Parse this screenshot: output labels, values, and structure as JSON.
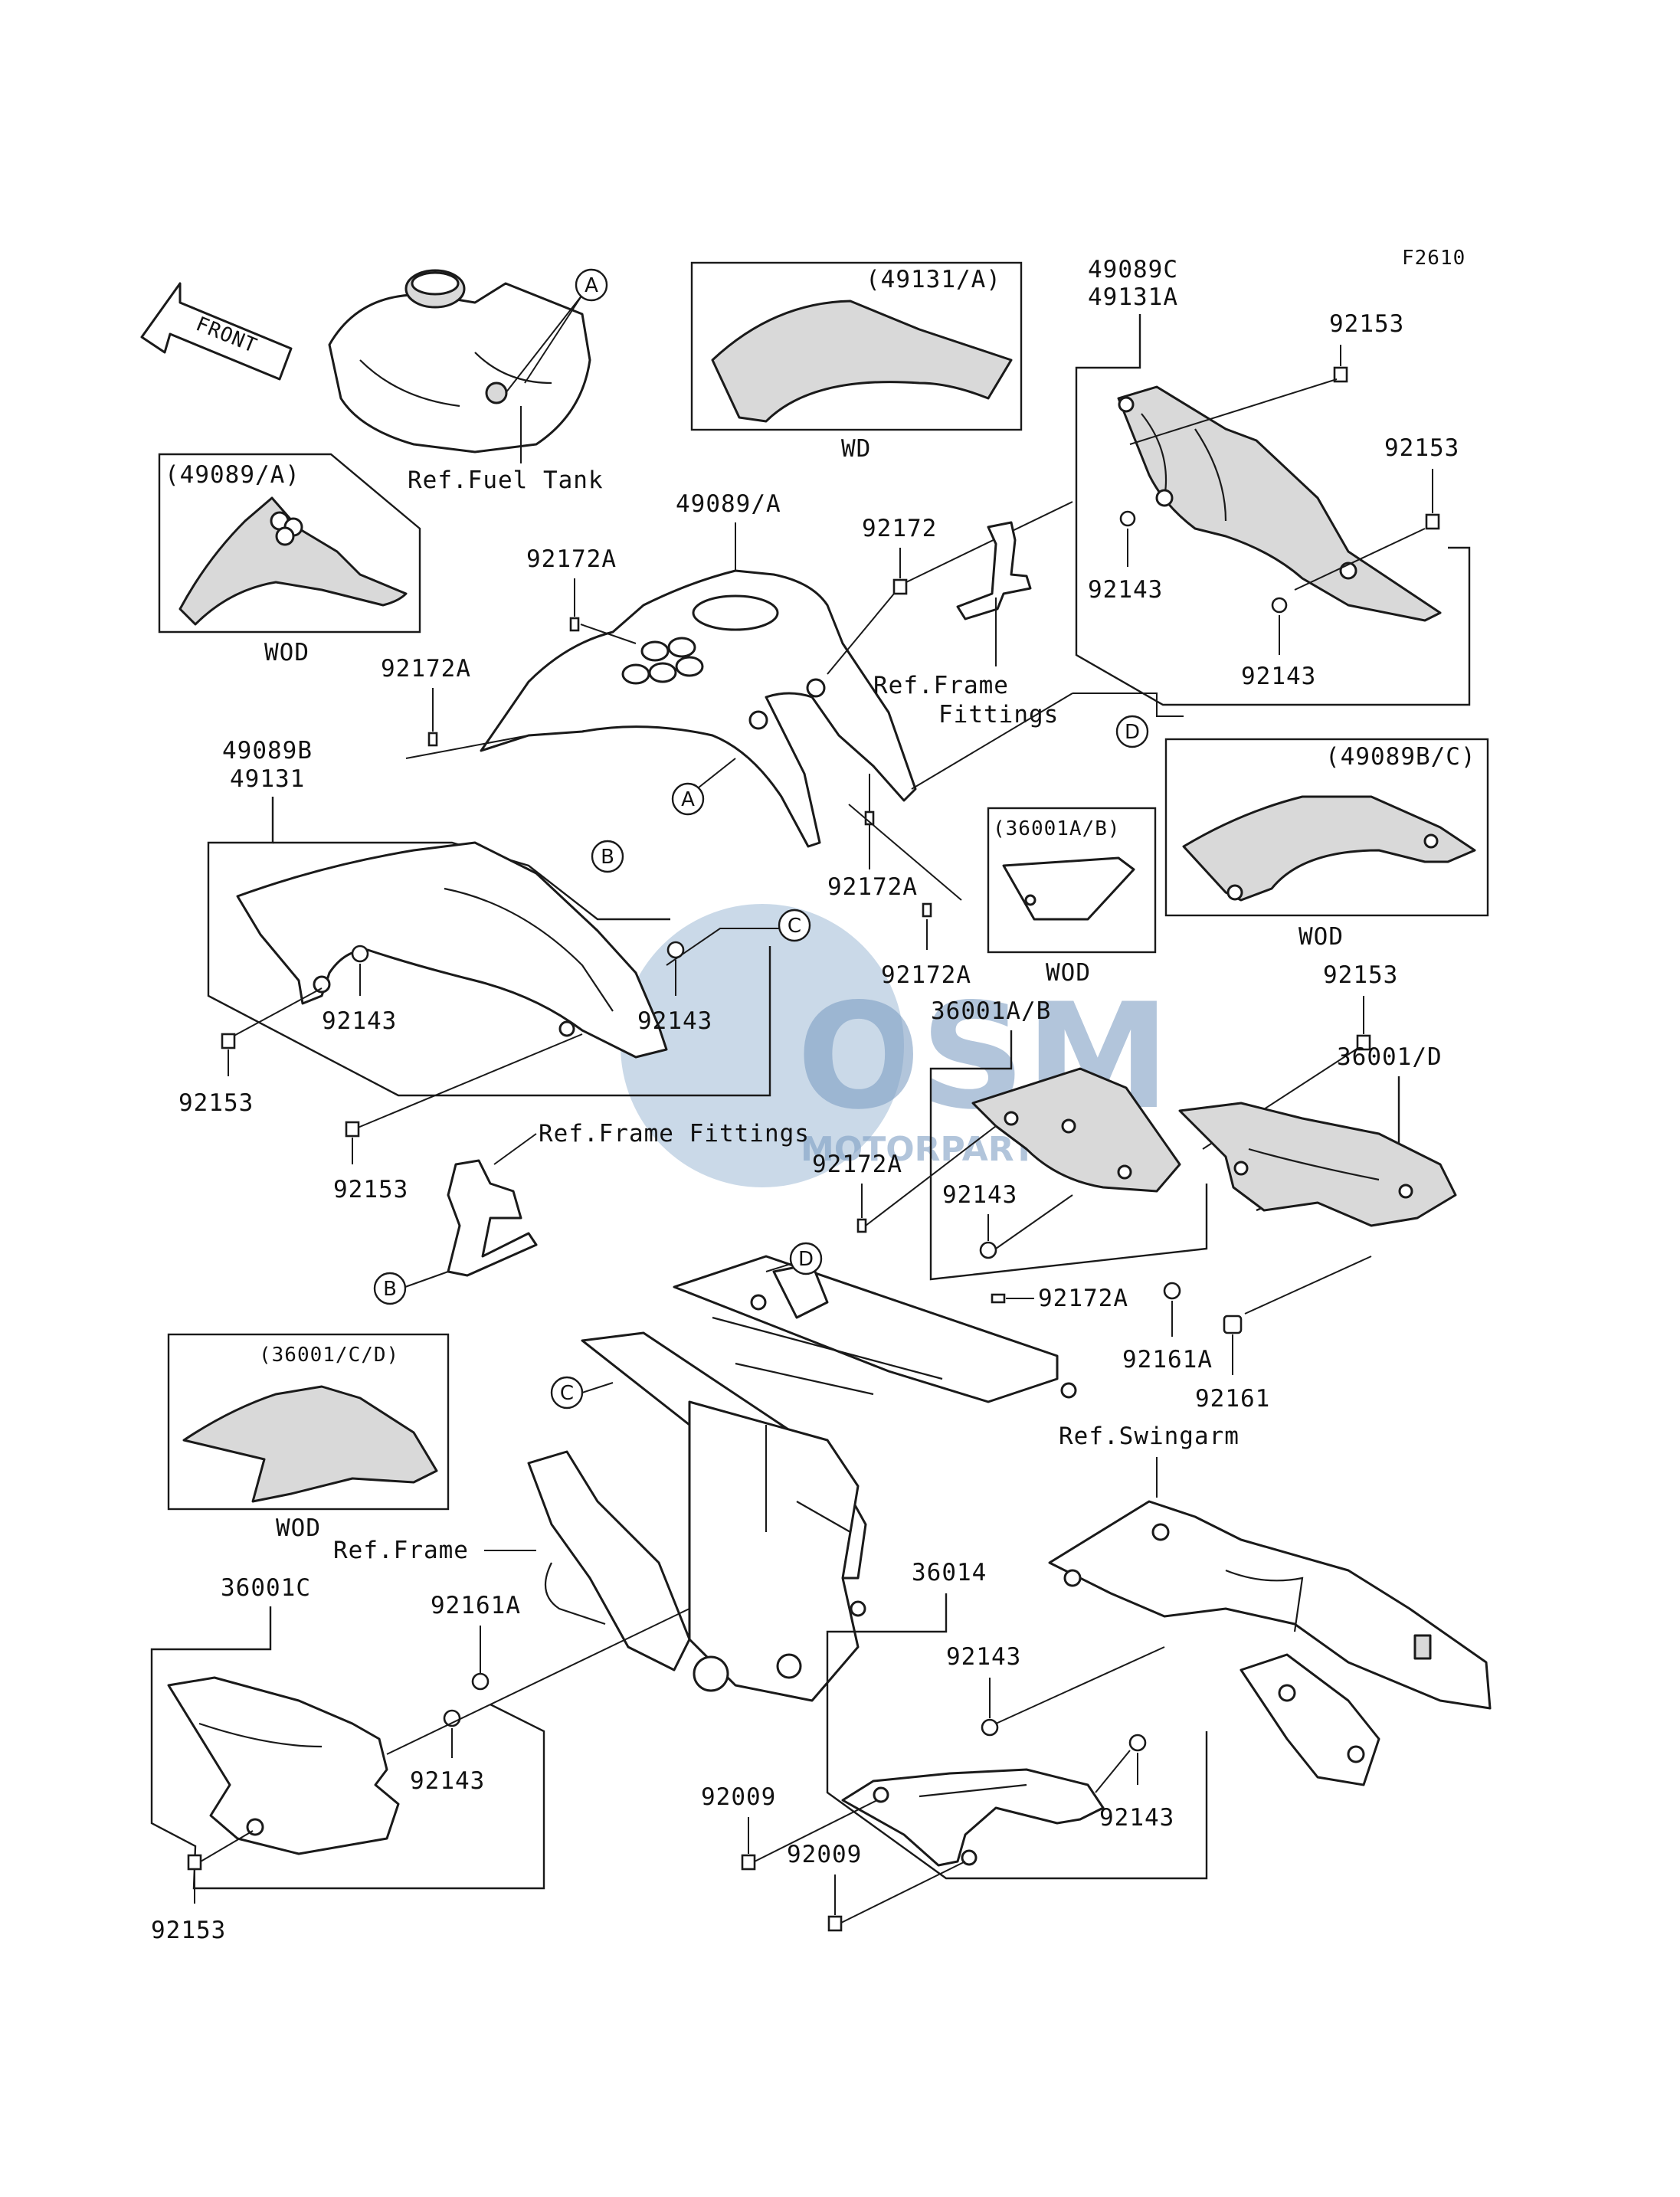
{
  "diagram": {
    "figure_code": "F2610",
    "front_label": "FRONT",
    "watermark_brand": "OSM",
    "watermark_sub": "MOTORPARTS",
    "callouts": {
      "a1": "A",
      "a2": "A",
      "b1": "B",
      "b2": "B",
      "c1": "C",
      "c2": "C",
      "d1": "D",
      "d2": "D"
    },
    "labels": {
      "ref_fuel_tank": "Ref.Fuel Tank",
      "ref_frame_fittings_1": "Ref.Frame",
      "ref_frame_fittings_1b": "Fittings",
      "ref_frame_fittings_2": "Ref.Frame Fittings",
      "ref_frame": "Ref.Frame",
      "ref_swingarm": "Ref.Swingarm",
      "p49089a_box": "(49089/A)",
      "p49089a_box_var": "WOD",
      "p49131a_box": "(49131/A)",
      "p49131a_box_var": "WD",
      "p49089bc_box": "(49089B/C)",
      "p49089bc_box_var": "WOD",
      "p36001ab_box": "(36001A/B)",
      "p36001ab_box_var": "WOD",
      "p36001cd_box": "(36001/C/D)",
      "p36001cd_box_var": "WOD",
      "p49089c": "49089C",
      "p49131a": "49131A",
      "p92153_a": "92153",
      "p92153_b": "92153",
      "p92143_a": "92143",
      "p92143_b": "92143",
      "p49089a": "49089/A",
      "p92172": "92172",
      "p92172a_1": "92172A",
      "p92172a_2": "92172A",
      "p49089b": "49089B",
      "p49131": "49131",
      "p92172a_3": "92172A",
      "p92172a_4": "92172A",
      "p92143_c": "92143",
      "p92143_d": "92143",
      "p92153_c": "92153",
      "p92153_d": "92153",
      "p92153_e": "92153",
      "p36001ab": "36001A/B",
      "p36001d": "36001/D",
      "p92172a_5": "92172A",
      "p92143_e": "92143",
      "p92172a_6": "92172A",
      "p92161a_1": "92161A",
      "p92161": "92161",
      "p36001c": "36001C",
      "p92161a_2": "92161A",
      "p92143_f": "92143",
      "p92153_f": "92153",
      "p36014": "36014",
      "p92143_g": "92143",
      "p92143_h": "92143",
      "p92009_a": "92009",
      "p92009_b": "92009"
    }
  }
}
